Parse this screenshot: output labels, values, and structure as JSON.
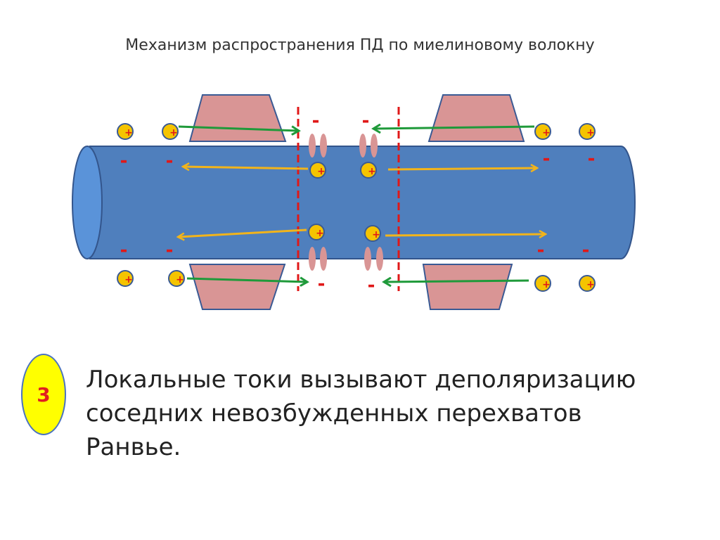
{
  "title": "Механизм распространения ПД по миелиновому волокну",
  "diagram": {
    "plus_sign": "+",
    "minus_sign": "-",
    "colors": {
      "axon": "#4f7fbd",
      "axon_edge": "#33558c",
      "axon_end": "#5a93d9",
      "myelin": "#d99595",
      "myelin_edge": "#3a5a94",
      "ion_channel": "#d99595",
      "ion": "#f5c400",
      "ion_edge": "#3a5a94",
      "ion_sign": "#e01818",
      "local_current": "#f2b41b",
      "outer_current": "#1f9a3a",
      "node_boundary": "#e01818"
    }
  },
  "step": {
    "number": "3",
    "text_lines": [
      "Локальные токи вызывают деполяризацию",
      "соседних невозбужденных перехватов",
      "Ранвье."
    ]
  }
}
